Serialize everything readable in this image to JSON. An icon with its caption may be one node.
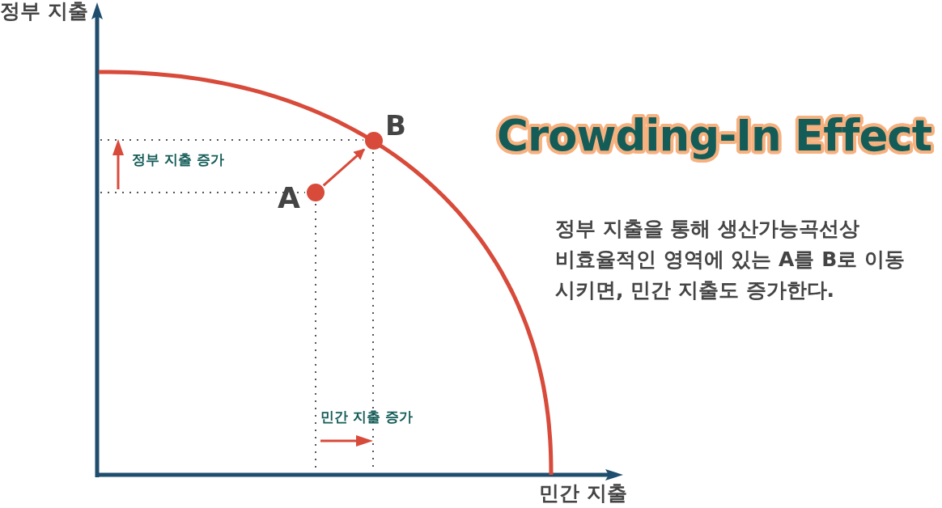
{
  "diagram": {
    "title": "Crowding-In Effect",
    "nodes": [
      {
        "text": [],
        "shape": "circle",
        "beside": [
          "A"
        ]
      },
      {
        "text": [],
        "shape": "circle",
        "beside": [
          "B"
        ]
      }
    ],
    "edges": [
      {
        "from": 0,
        "to": 1,
        "arrow": "to"
      }
    ],
    "labels": [
      "정부 지출",
      "정부 지출 증가",
      "정부 지출을 통해 생산가능곡선상 비효율적인 영역에 있는 A를 B로 이동 시키면, 민간 지출도 증가한다.",
      "민간 지출 증가",
      "민간 지출"
    ]
  }
}
